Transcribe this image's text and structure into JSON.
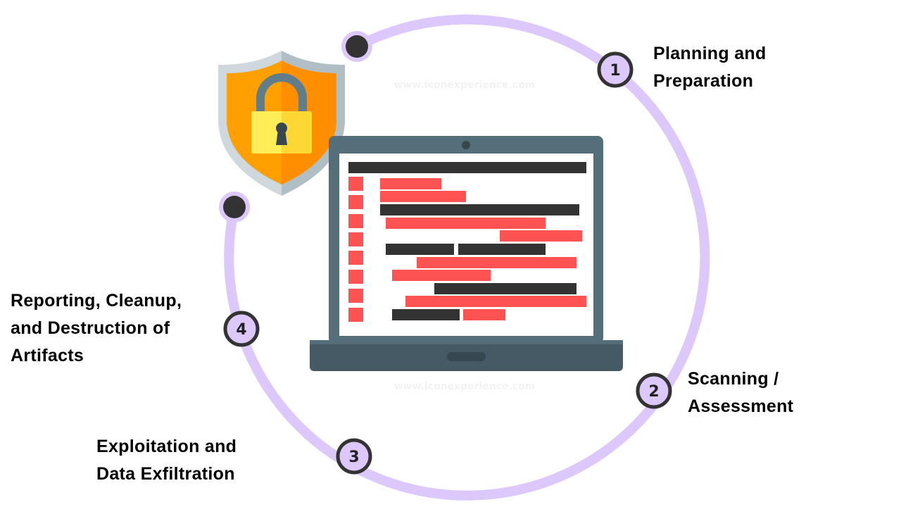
{
  "colors": {
    "ring": "#dcc8fb",
    "dot": "#333333",
    "red_bar": "#ff5252",
    "dark_bar": "#333333",
    "laptop_bezel": "#546e7a",
    "laptop_base": "#455a64",
    "shield_orange": "#ff9800"
  },
  "watermark": "www.iconexperience.com",
  "steps": [
    {
      "number": "1",
      "title": "Planning and",
      "title2": "Preparation",
      "title3": ""
    },
    {
      "number": "2",
      "title": "Scanning /",
      "title2": "Assessment",
      "title3": ""
    },
    {
      "number": "3",
      "title": "Exploitation and",
      "title2": "Data Exfiltration",
      "title3": ""
    },
    {
      "number": "4",
      "title": "Reporting, Cleanup,",
      "title2": "and Destruction of",
      "title3": "Artifacts"
    }
  ],
  "icons": [
    "shield-lock-icon",
    "laptop-code-icon"
  ]
}
